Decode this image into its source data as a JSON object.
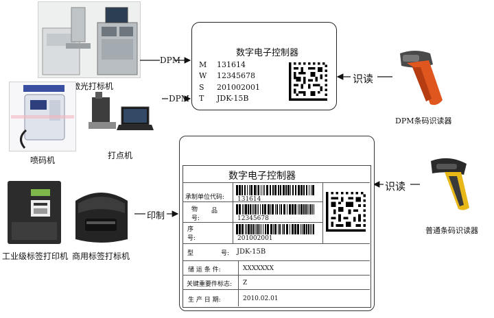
{
  "devices": {
    "laser": "激光打标机",
    "inkjet": "喷码机",
    "dot": "打点机",
    "industrial": "工业级标签打印机",
    "commercial": "商用标签打标机",
    "dpm_reader": "DPM条码识读器",
    "normal_reader": "普通条码识读器"
  },
  "arrows": {
    "dpm1": "DPM",
    "dpm2": "DPM",
    "read1": "识读",
    "read2": "识读",
    "print": "印制"
  },
  "dpm_card": {
    "title": "数字电子控制器",
    "rows": [
      {
        "k": "M",
        "v": "131614"
      },
      {
        "k": "W",
        "v": "12345678"
      },
      {
        "k": "S",
        "v": "201002001"
      },
      {
        "k": "T",
        "v": "JDK-15B"
      }
    ]
  },
  "label": {
    "title": "数字电子控制器",
    "l1": "承制单位代码:",
    "v1": "131614",
    "l2a": "物",
    "l2b": "品",
    "l2c": "号:",
    "v2": "12345678",
    "l3a": "序",
    "l3b": "号:",
    "v3": "201002001",
    "l4a": "型",
    "l4b": "号:",
    "v4": "JDK-15B",
    "l5": "储 运 条 件:",
    "v5": "XXXXXXX",
    "l6": "关键重要件标志:",
    "v6": "Z",
    "l7": "生 产 日 期:",
    "v7": "2010.02.01"
  },
  "colors": {
    "reader_orange": "#e0561f",
    "reader_yellow": "#e8b818",
    "photo_grey": "#d8dcdf"
  }
}
